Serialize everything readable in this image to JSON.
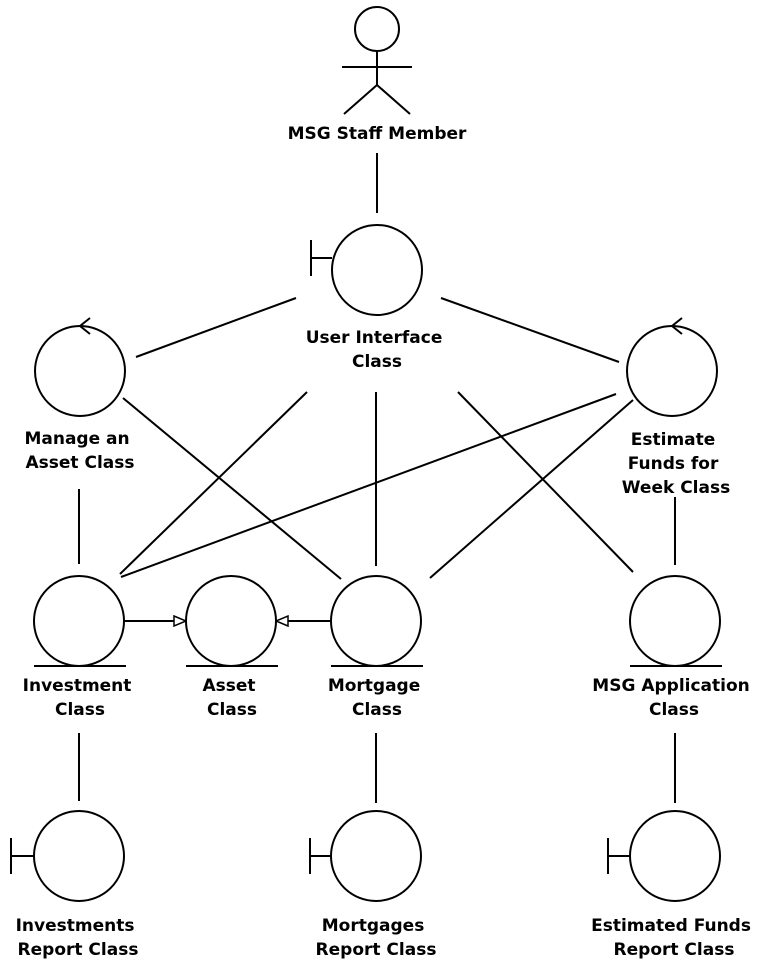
{
  "actor": {
    "label": "MSG Staff Member"
  },
  "boundaries": {
    "user_interface": [
      "User Interface",
      "Class"
    ],
    "investments_report": [
      "Investments",
      "Report Class"
    ],
    "mortgages_report": [
      "Mortgages",
      "Report Class"
    ],
    "estimated_funds_report": [
      "Estimated Funds",
      "Report Class"
    ]
  },
  "controls": {
    "manage_asset": [
      "Manage an",
      "Asset Class"
    ],
    "estimate_funds": [
      "Estimate",
      "Funds for",
      "Week Class"
    ]
  },
  "entities": {
    "investment": [
      "Investment",
      "Class"
    ],
    "asset": [
      "Asset",
      "Class"
    ],
    "mortgage": [
      "Mortgage",
      "Class"
    ],
    "msg_application": [
      "MSG Application",
      "Class"
    ]
  }
}
